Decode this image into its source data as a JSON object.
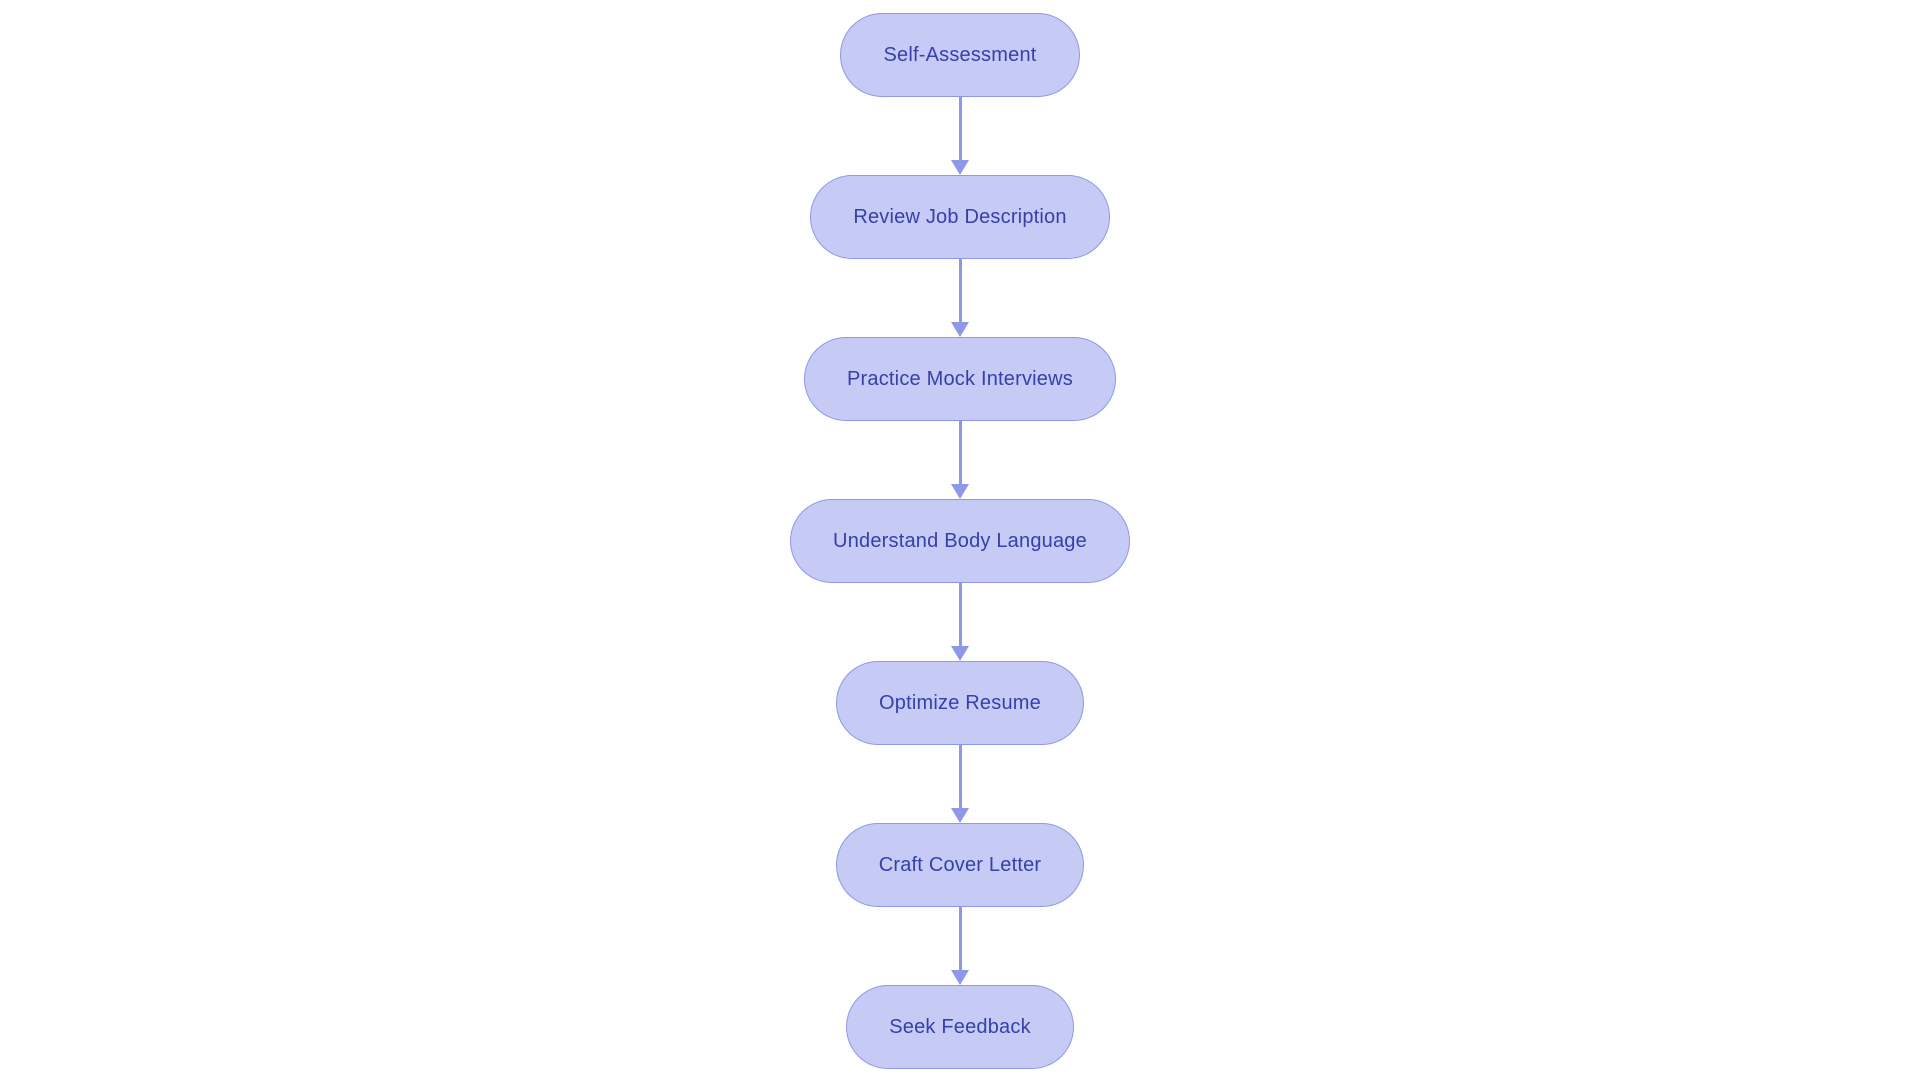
{
  "diagram": {
    "type": "flowchart",
    "direction": "top-down",
    "nodes": [
      {
        "id": 0,
        "label": "Self-Assessment"
      },
      {
        "id": 1,
        "label": "Review Job Description"
      },
      {
        "id": 2,
        "label": "Practice Mock Interviews"
      },
      {
        "id": 3,
        "label": "Understand Body Language"
      },
      {
        "id": 4,
        "label": "Optimize Resume"
      },
      {
        "id": 5,
        "label": "Craft Cover Letter"
      },
      {
        "id": 6,
        "label": "Seek Feedback"
      }
    ],
    "edges": [
      {
        "from": 0,
        "to": 1
      },
      {
        "from": 1,
        "to": 2
      },
      {
        "from": 2,
        "to": 3
      },
      {
        "from": 3,
        "to": 4
      },
      {
        "from": 4,
        "to": 5
      },
      {
        "from": 5,
        "to": 6
      }
    ]
  },
  "colors": {
    "node_fill": "#c6cbf5",
    "node_border": "#8f97e8",
    "node_text": "#3640ab",
    "arrow": "#8f97e8",
    "background": "#ffffff"
  }
}
